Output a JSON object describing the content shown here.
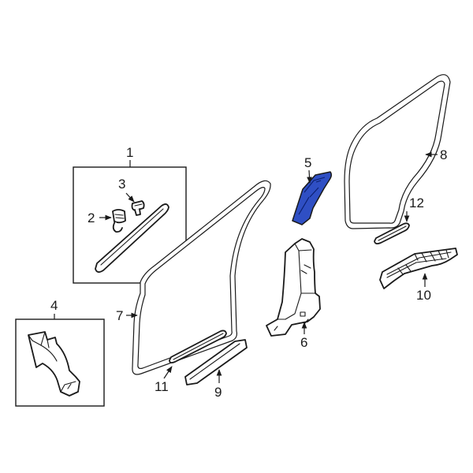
{
  "diagram": {
    "highlight_color": "#2f4fc4",
    "callouts": [
      {
        "id": "c1",
        "label": "1"
      },
      {
        "id": "c2",
        "label": "2"
      },
      {
        "id": "c3",
        "label": "3"
      },
      {
        "id": "c4",
        "label": "4"
      },
      {
        "id": "c5",
        "label": "5"
      },
      {
        "id": "c6",
        "label": "6"
      },
      {
        "id": "c7",
        "label": "7"
      },
      {
        "id": "c8",
        "label": "8"
      },
      {
        "id": "c9",
        "label": "9"
      },
      {
        "id": "c10",
        "label": "10"
      },
      {
        "id": "c11",
        "label": "11"
      },
      {
        "id": "c12",
        "label": "12"
      }
    ]
  }
}
